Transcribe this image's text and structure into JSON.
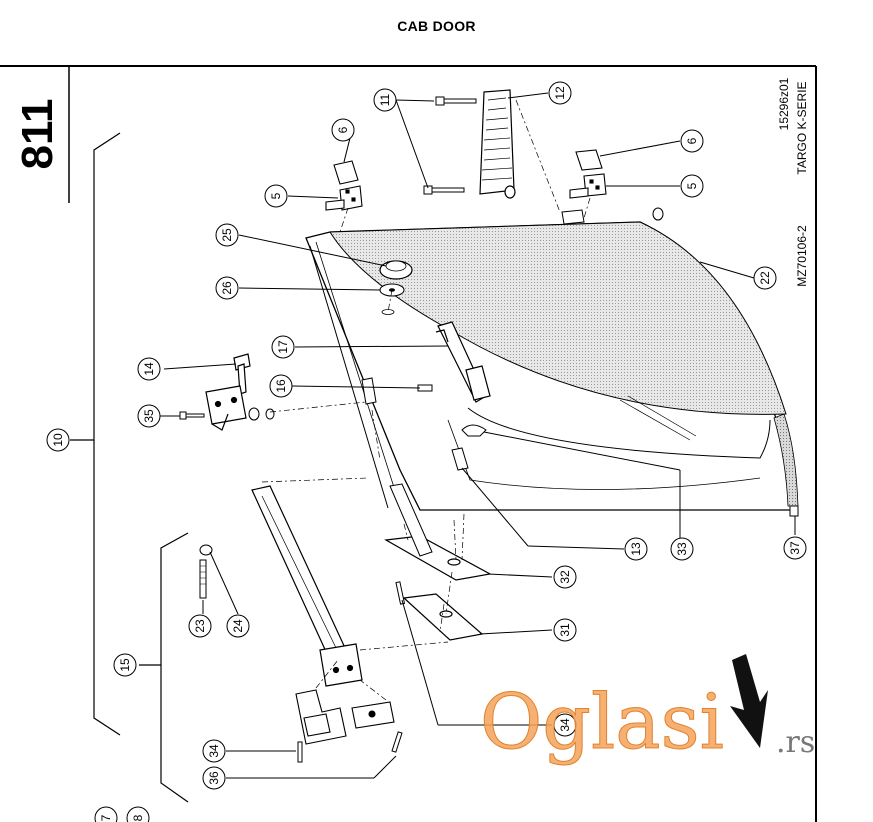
{
  "page": {
    "title": "CAB DOOR",
    "section_number": "811",
    "drawing_code": "15296z01",
    "series": "TARGO K-SERIE",
    "part_ref": "MZ70106-2"
  },
  "callouts": {
    "c5a": "5",
    "c6a": "6",
    "c11": "11",
    "c12": "12",
    "c6b": "6",
    "c5b": "5",
    "c22": "22",
    "c25": "25",
    "c26": "26",
    "c17": "17",
    "c14": "14",
    "c16": "16",
    "c35": "35",
    "c10": "10",
    "c13": "13",
    "c33": "33",
    "c37": "37",
    "c32": "32",
    "c31": "31",
    "c23": "23",
    "c24": "24",
    "c15": "15",
    "c34a": "34",
    "c34b": "34",
    "c36": "36",
    "c7": "7",
    "c8": "8"
  },
  "watermark": {
    "brand": "Oglasi",
    "tld": ".rs"
  }
}
